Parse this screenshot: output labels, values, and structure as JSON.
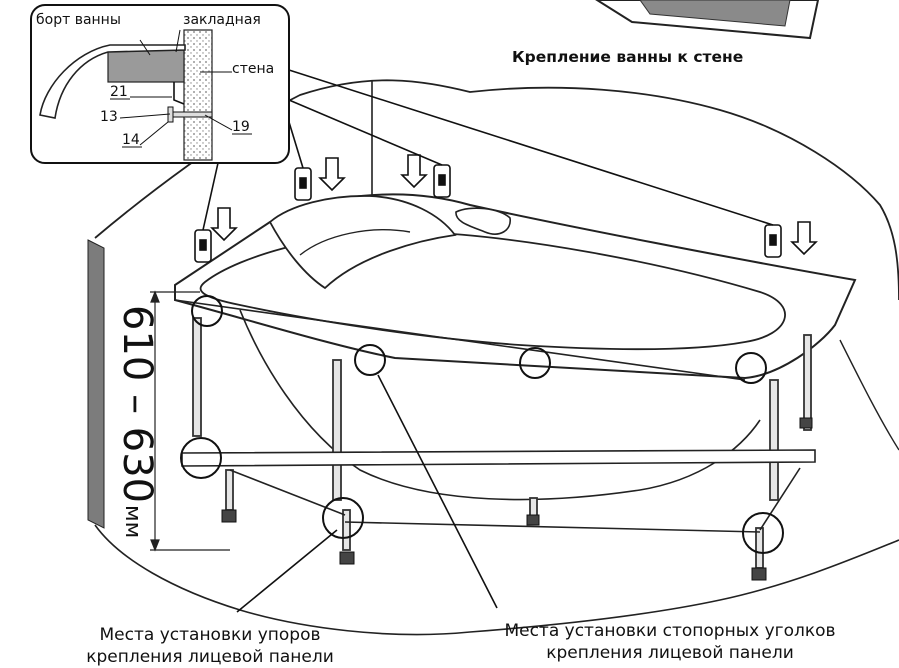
{
  "title": "Крепление ванны к стене",
  "inset": {
    "bath_rim": "борт ванны",
    "mortgage": "закладная",
    "wall": "стена",
    "parts": {
      "p21": "21",
      "p13": "13",
      "p14": "14",
      "p19": "19"
    }
  },
  "dimension": {
    "value": "610 – 630",
    "unit": "мм"
  },
  "captions": {
    "left": [
      "Места установки упоров",
      "крепления лицевой панели"
    ],
    "right": [
      "Места установки стопорных уголков",
      "крепления лицевой панели"
    ]
  }
}
